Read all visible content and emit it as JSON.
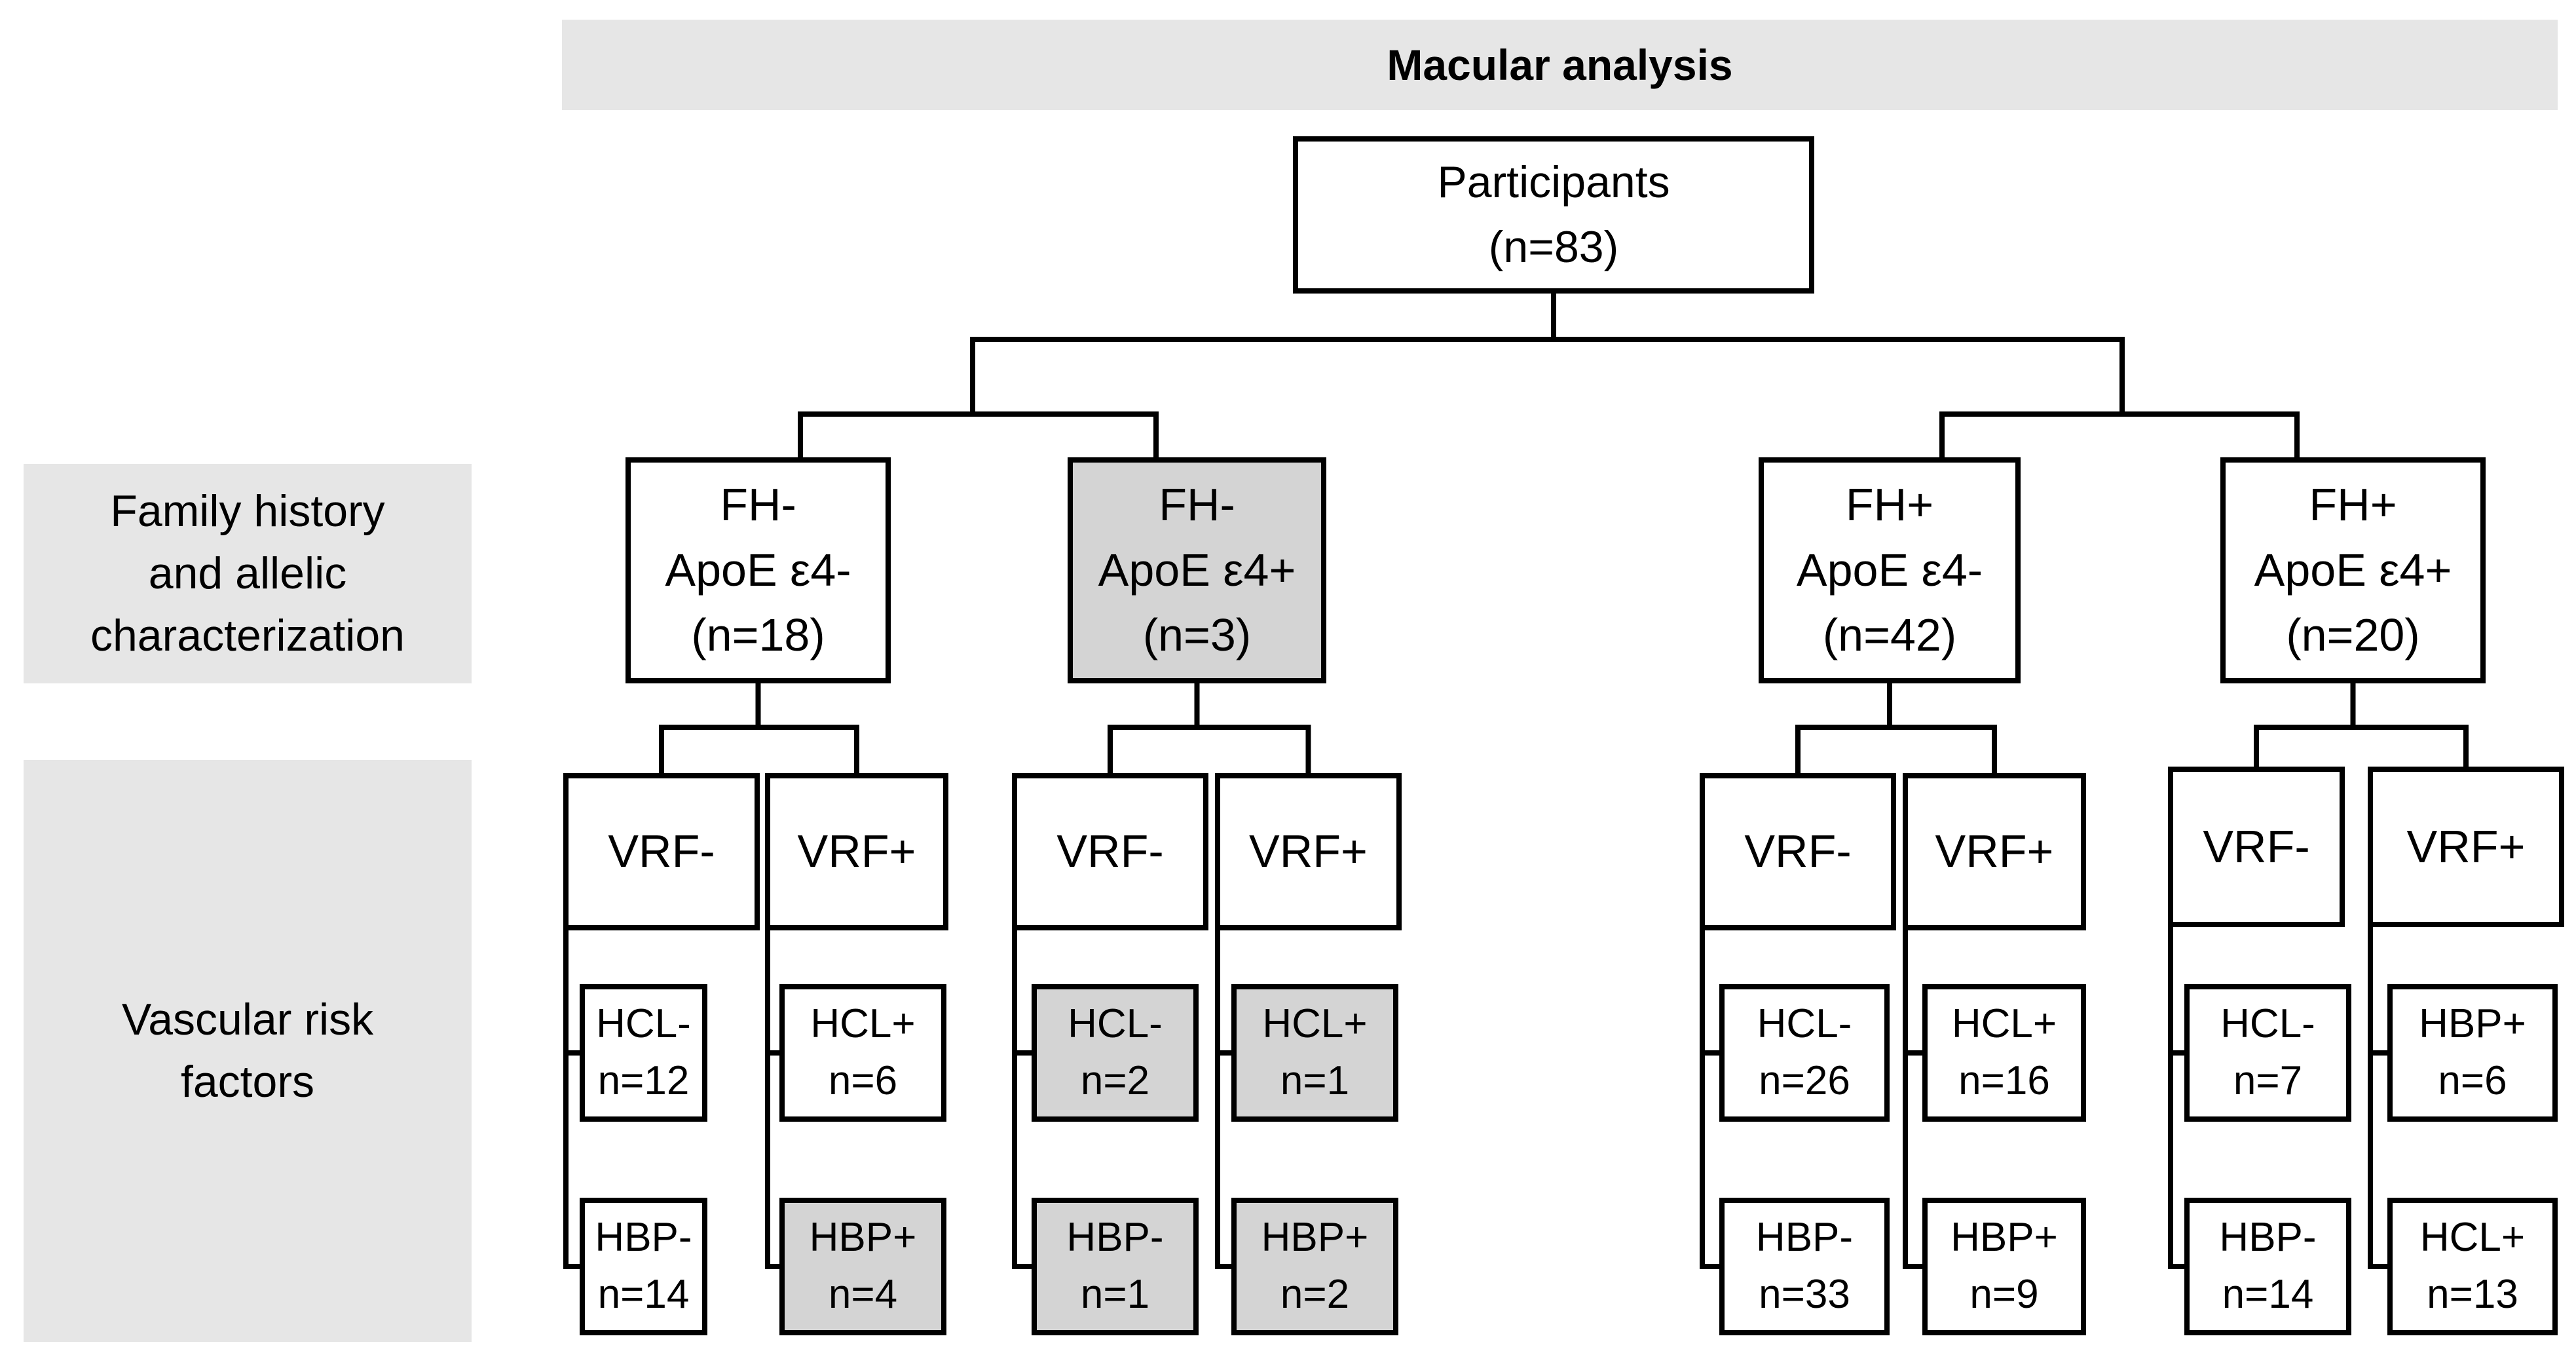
{
  "title": "Macular analysis",
  "side_labels": {
    "family": [
      "Family history",
      "and allelic",
      "characterization"
    ],
    "vascular": [
      "Vascular risk",
      "factors"
    ]
  },
  "root": {
    "line1": "Participants",
    "line2": "(n=83)"
  },
  "groups": [
    {
      "l1": "FH-",
      "l2": "ApoE ε4-",
      "l3": "(n=18)",
      "shaded": false,
      "vrf_minus": "VRF-",
      "vrf_plus": "VRF+",
      "leaves": [
        {
          "l1": "HCL-",
          "l2": "n=12",
          "shaded": false
        },
        {
          "l1": "HBP-",
          "l2": "n=14",
          "shaded": false
        },
        {
          "l1": "HCL+",
          "l2": "n=6",
          "shaded": false
        },
        {
          "l1": "HBP+",
          "l2": "n=4",
          "shaded": true
        }
      ]
    },
    {
      "l1": "FH-",
      "l2": "ApoE ε4+",
      "l3": "(n=3)",
      "shaded": true,
      "vrf_minus": "VRF-",
      "vrf_plus": "VRF+",
      "leaves": [
        {
          "l1": "HCL-",
          "l2": "n=2",
          "shaded": true
        },
        {
          "l1": "HBP-",
          "l2": "n=1",
          "shaded": true
        },
        {
          "l1": "HCL+",
          "l2": "n=1",
          "shaded": true
        },
        {
          "l1": "HBP+",
          "l2": "n=2",
          "shaded": true
        }
      ]
    },
    {
      "l1": "FH+",
      "l2": "ApoE ε4-",
      "l3": "(n=42)",
      "shaded": false,
      "vrf_minus": "VRF-",
      "vrf_plus": "VRF+",
      "leaves": [
        {
          "l1": "HCL-",
          "l2": "n=26",
          "shaded": false
        },
        {
          "l1": "HBP-",
          "l2": "n=33",
          "shaded": false
        },
        {
          "l1": "HCL+",
          "l2": "n=16",
          "shaded": false
        },
        {
          "l1": "HBP+",
          "l2": "n=9",
          "shaded": false
        }
      ]
    },
    {
      "l1": "FH+",
      "l2": "ApoE ε4+",
      "l3": "(n=20)",
      "shaded": false,
      "vrf_minus": "VRF-",
      "vrf_plus": "VRF+",
      "leaves": [
        {
          "l1": "HCL-",
          "l2": "n=7",
          "shaded": false
        },
        {
          "l1": "HBP-",
          "l2": "n=14",
          "shaded": false
        },
        {
          "l1": "HBP+",
          "l2": "n=6",
          "shaded": false
        },
        {
          "l1": "HCL+",
          "l2": "n=13",
          "shaded": false
        }
      ]
    }
  ],
  "colors": {
    "band": "#e6e6e6",
    "shaded_box": "#d4d4d4",
    "line": "#000000"
  }
}
